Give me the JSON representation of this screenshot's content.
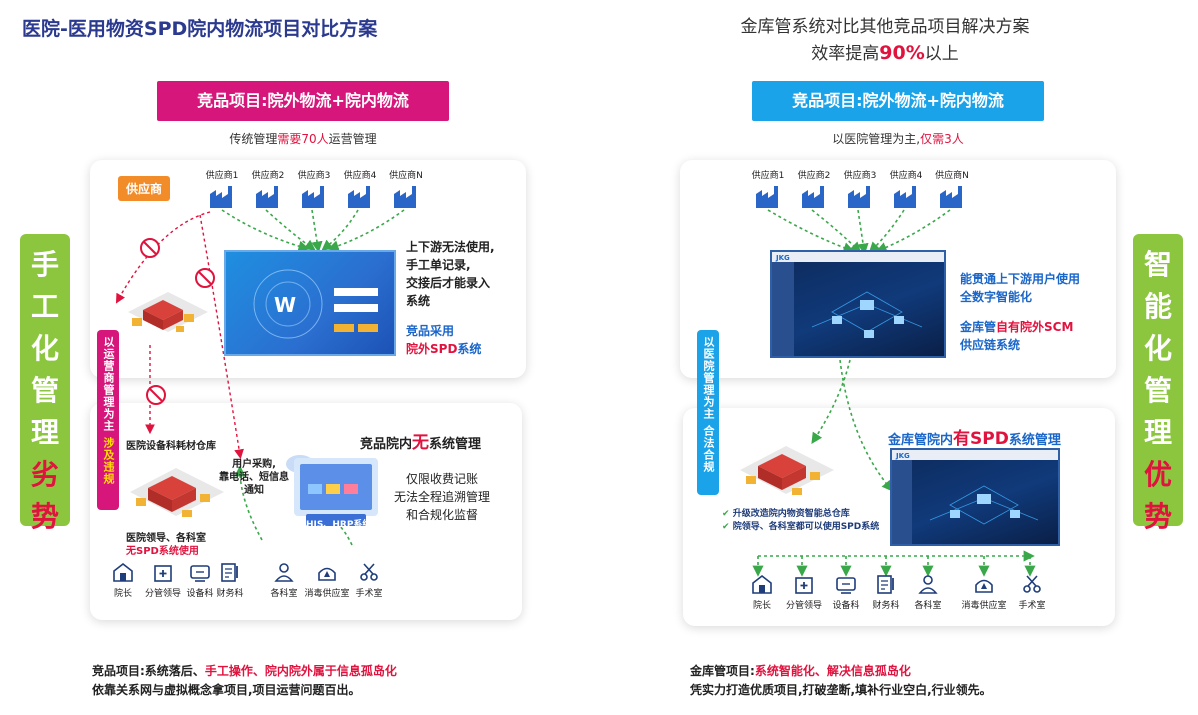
{
  "left": {
    "title": "医院-医用物资SPD院内物流项目对比方案",
    "banner": "竞品项目:院外物流+院内物流",
    "note_pre": "传统管理",
    "note_red": "需要70人",
    "note_post": "运营管理",
    "supplier_tag": "供应商",
    "suppliers": [
      "供应商1",
      "供应商2",
      "供应商3",
      "供应商4",
      "供应商N"
    ],
    "upper_desc": [
      "上下游无法使用,",
      "手工单记录,",
      "交接后才能录入",
      "系统"
    ],
    "upper_blue1": "竞品采用",
    "upper_red2": "院外SPD",
    "upper_blue2": "系统",
    "vstrip_main": "以运营商管理为主",
    "vstrip_yel": "涉及违规",
    "side": [
      "手",
      "工",
      "化",
      "管",
      "理"
    ],
    "side_red": [
      "劣",
      "势"
    ],
    "warehouse_label": "医院设备科耗材仓库",
    "lower_title_pre": "竞品院内",
    "lower_title_red": "无",
    "lower_title_post": "系统管理",
    "user_note": [
      "用户采购,",
      "靠电话、短信息",
      "通知"
    ],
    "his": "HIS、HRP系统",
    "lower_desc": [
      "仅限收费记账",
      "无法全程追溯管理",
      "和合规化监督"
    ],
    "leader_note1": "医院领导、各科室",
    "leader_note2": "无SPD系统使用",
    "icons": [
      {
        "icon": "building-icon",
        "label": "院长"
      },
      {
        "icon": "medical-box-icon",
        "label": "分管领导"
      },
      {
        "icon": "device-icon",
        "label": "设备科"
      },
      {
        "icon": "finance-icon",
        "label": "财务科"
      },
      {
        "icon": "doctor-icon",
        "label": "各科室"
      },
      {
        "icon": "disinfection-icon",
        "label": "消毒供应室"
      },
      {
        "icon": "scissors-icon",
        "label": "手术室"
      }
    ],
    "footer_pre": "竞品项目:系统落后、",
    "footer_red": "手工操作、院内院外属于信息孤岛化",
    "footer2": "依靠关系网与虚拟概念拿项目,项目运营问题百出。"
  },
  "right": {
    "title1": "金库管系统对比其他竞品项目解决方案",
    "title2_pre": "效率提高",
    "title2_hl": "90%",
    "title2_post": "以上",
    "banner": "竞品项目:院外物流+院内物流",
    "note_pre": "以医院管理为主,",
    "note_red": "仅需3人",
    "suppliers": [
      "供应商1",
      "供应商2",
      "供应商3",
      "供应商4",
      "供应商N"
    ],
    "upper_blue1": [
      "能贯通上下游用户使用",
      "全数字智能化"
    ],
    "upper_line2_blue": "金库管",
    "upper_line2_red": "自有院外SCM",
    "upper_line3": "供应链系统",
    "vstrip_main": "以医院管理为主",
    "vstrip_yel": "合法合规",
    "side": [
      "智",
      "能",
      "化",
      "管",
      "理"
    ],
    "side_red": [
      "优",
      "势"
    ],
    "lower_title_pre": "金库管院内",
    "lower_title_red": "有SPD",
    "lower_title_post": "系统管理",
    "checks": [
      "升级改造院内物资智能总仓库",
      "院领导、各科室都可以使用SPD系统"
    ],
    "screen_logo": "JKG",
    "icons": [
      {
        "icon": "building-icon",
        "label": "院长"
      },
      {
        "icon": "medical-box-icon",
        "label": "分管领导"
      },
      {
        "icon": "device-icon",
        "label": "设备科"
      },
      {
        "icon": "finance-icon",
        "label": "财务科"
      },
      {
        "icon": "doctor-icon",
        "label": "各科室"
      },
      {
        "icon": "disinfection-icon",
        "label": "消毒供应室"
      },
      {
        "icon": "scissors-icon",
        "label": "手术室"
      }
    ],
    "footer_pre": "金库管项目:",
    "footer_red": "系统智能化、解决信息孤岛化",
    "footer2": "凭实力打造优质项目,打破垄断,填补行业空白,行业领先。"
  },
  "colors": {
    "pink": "#d6167a",
    "blue": "#1aa3e8",
    "green": "#8cc63f",
    "red": "#e0133f",
    "orange": "#f28c28",
    "navy": "#2b3a8f"
  }
}
